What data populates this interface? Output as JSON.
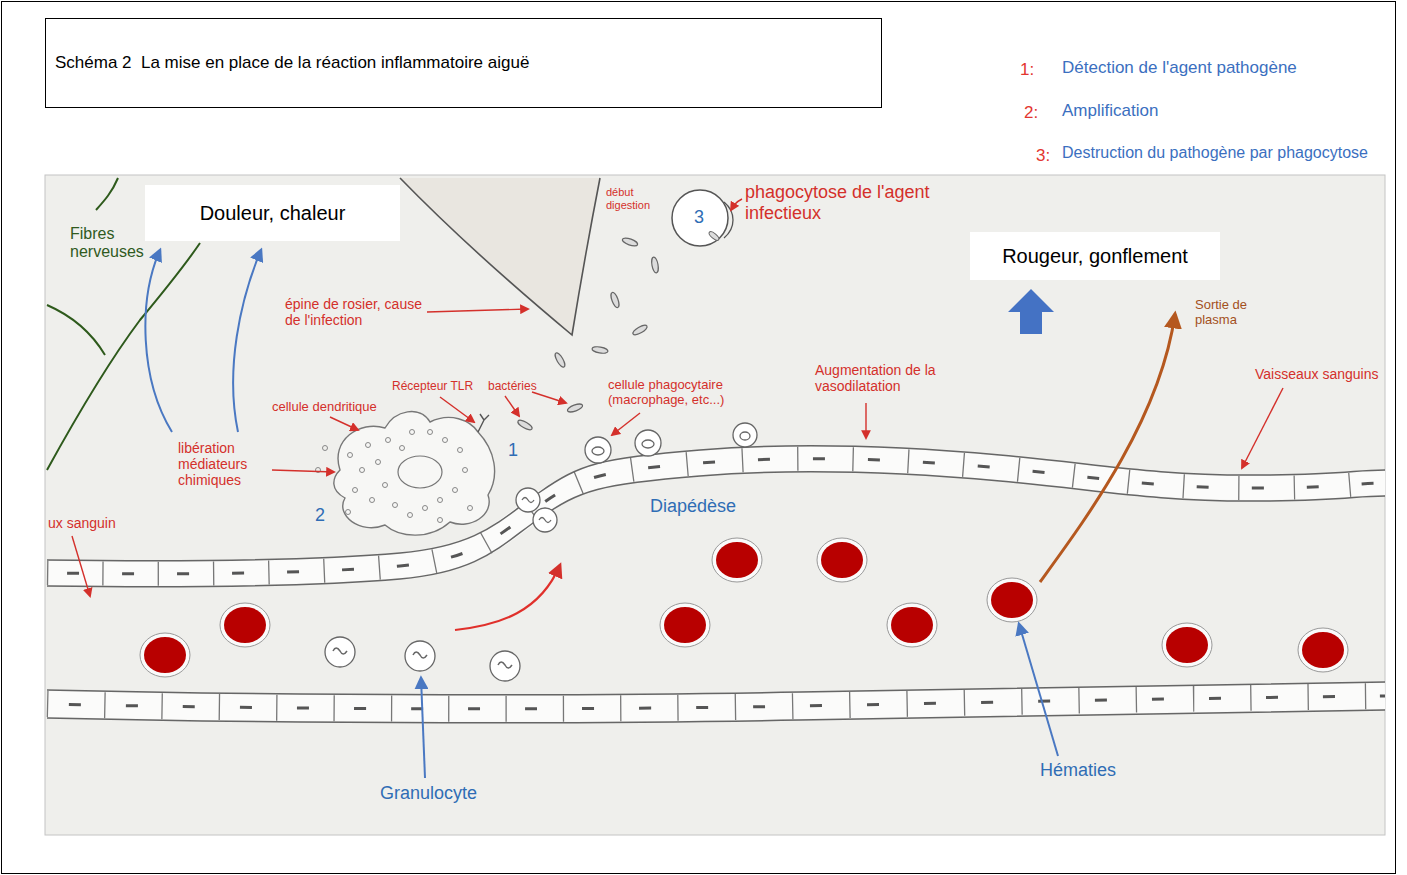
{
  "diagram": {
    "title": "Schéma 2  La mise en place de la réaction inflammatoire aiguë",
    "nodes": [
      {
        "text": [
          "Douleur, chaleur"
        ]
      },
      {
        "text": [
          "Rougeur, gonflement"
        ]
      }
    ],
    "labels": [
      "1:",
      "Détection de l'agent pathogène",
      "2:",
      "Amplification",
      "3:",
      "Destruction du pathogène par phagocytose",
      "Fibres nerveuses",
      "épine de rosier, cause de l'infection",
      "début digestion",
      "phagocytose de l'agent infectieux",
      "Sortie de plasma",
      "Récepteur TLR",
      "bactéries",
      "cellule dendritique",
      "1",
      "cellule phagocytaire (macrophage, etc...)",
      "Augmentation de la vasodilatation",
      "Vaisseaux sanguins",
      "libération médiateurs chimiques",
      "2",
      "3",
      "ux sanguin",
      "Diapédèse",
      "Granulocyte",
      "Hématies"
    ]
  }
}
